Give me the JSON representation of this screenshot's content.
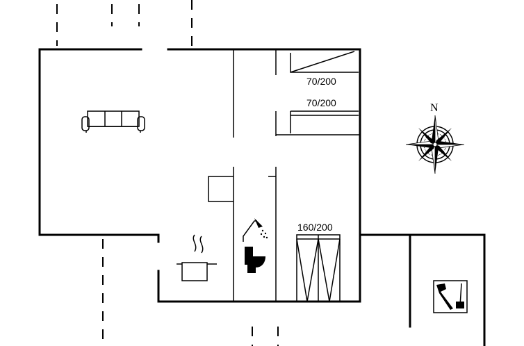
{
  "beds": [
    {
      "label": "70/200"
    },
    {
      "label": "70/200"
    },
    {
      "label": "160/200"
    }
  ],
  "compass": {
    "north_label": "N"
  },
  "icons": [
    "sofa-icon",
    "cooking-pot-icon",
    "shower-icon",
    "toilet-icon",
    "garden-tools-icon",
    "compass-rose-icon"
  ]
}
